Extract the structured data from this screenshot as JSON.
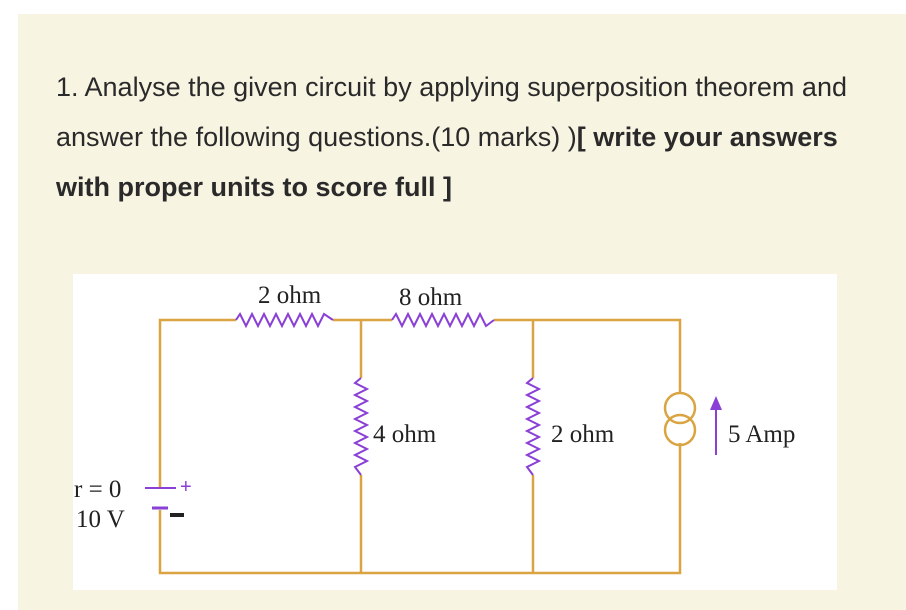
{
  "question": {
    "line_plain": "1. Analyse the given circuit by applying superposition theorem and answer the following questions.(10 marks) )",
    "line_bold": "[ write your answers with proper units to score full ]"
  },
  "circuit": {
    "r1_label": "2 ohm",
    "r2_label": "8 ohm",
    "r3_label": "4 ohm",
    "r4_label": "2 ohm",
    "source_current_label": "5 Amp",
    "battery_r_label": "r = 0",
    "battery_v_label": "10 V",
    "plus_sign": "+",
    "wire_color": "#d9a441",
    "component_color": "#8a3fd6"
  }
}
